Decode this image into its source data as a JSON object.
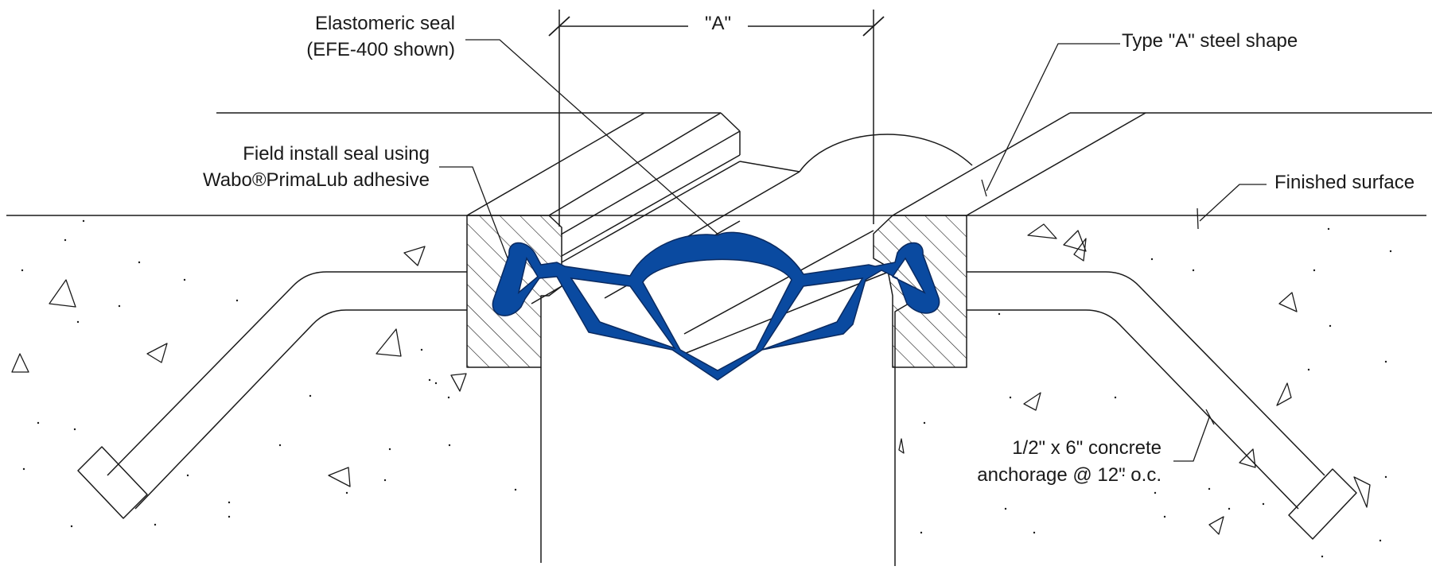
{
  "labels": {
    "dimension": "\"A\"",
    "seal_line1": "Elastomeric seal",
    "seal_line2": "(EFE-400 shown)",
    "field_line1": "Field install seal using",
    "field_line2": "Wabo®PrimaLub adhesive",
    "steel_shape": "Type \"A\" steel shape",
    "finished_surface": "Finished surface",
    "anchor_line1": "1/2\" x 6\" concrete",
    "anchor_line2": "anchorage @ 12\" o.c."
  },
  "colors": {
    "seal": "#0a4aa0",
    "seal_outline": "#0a2a60",
    "line": "#1a1a1a"
  }
}
